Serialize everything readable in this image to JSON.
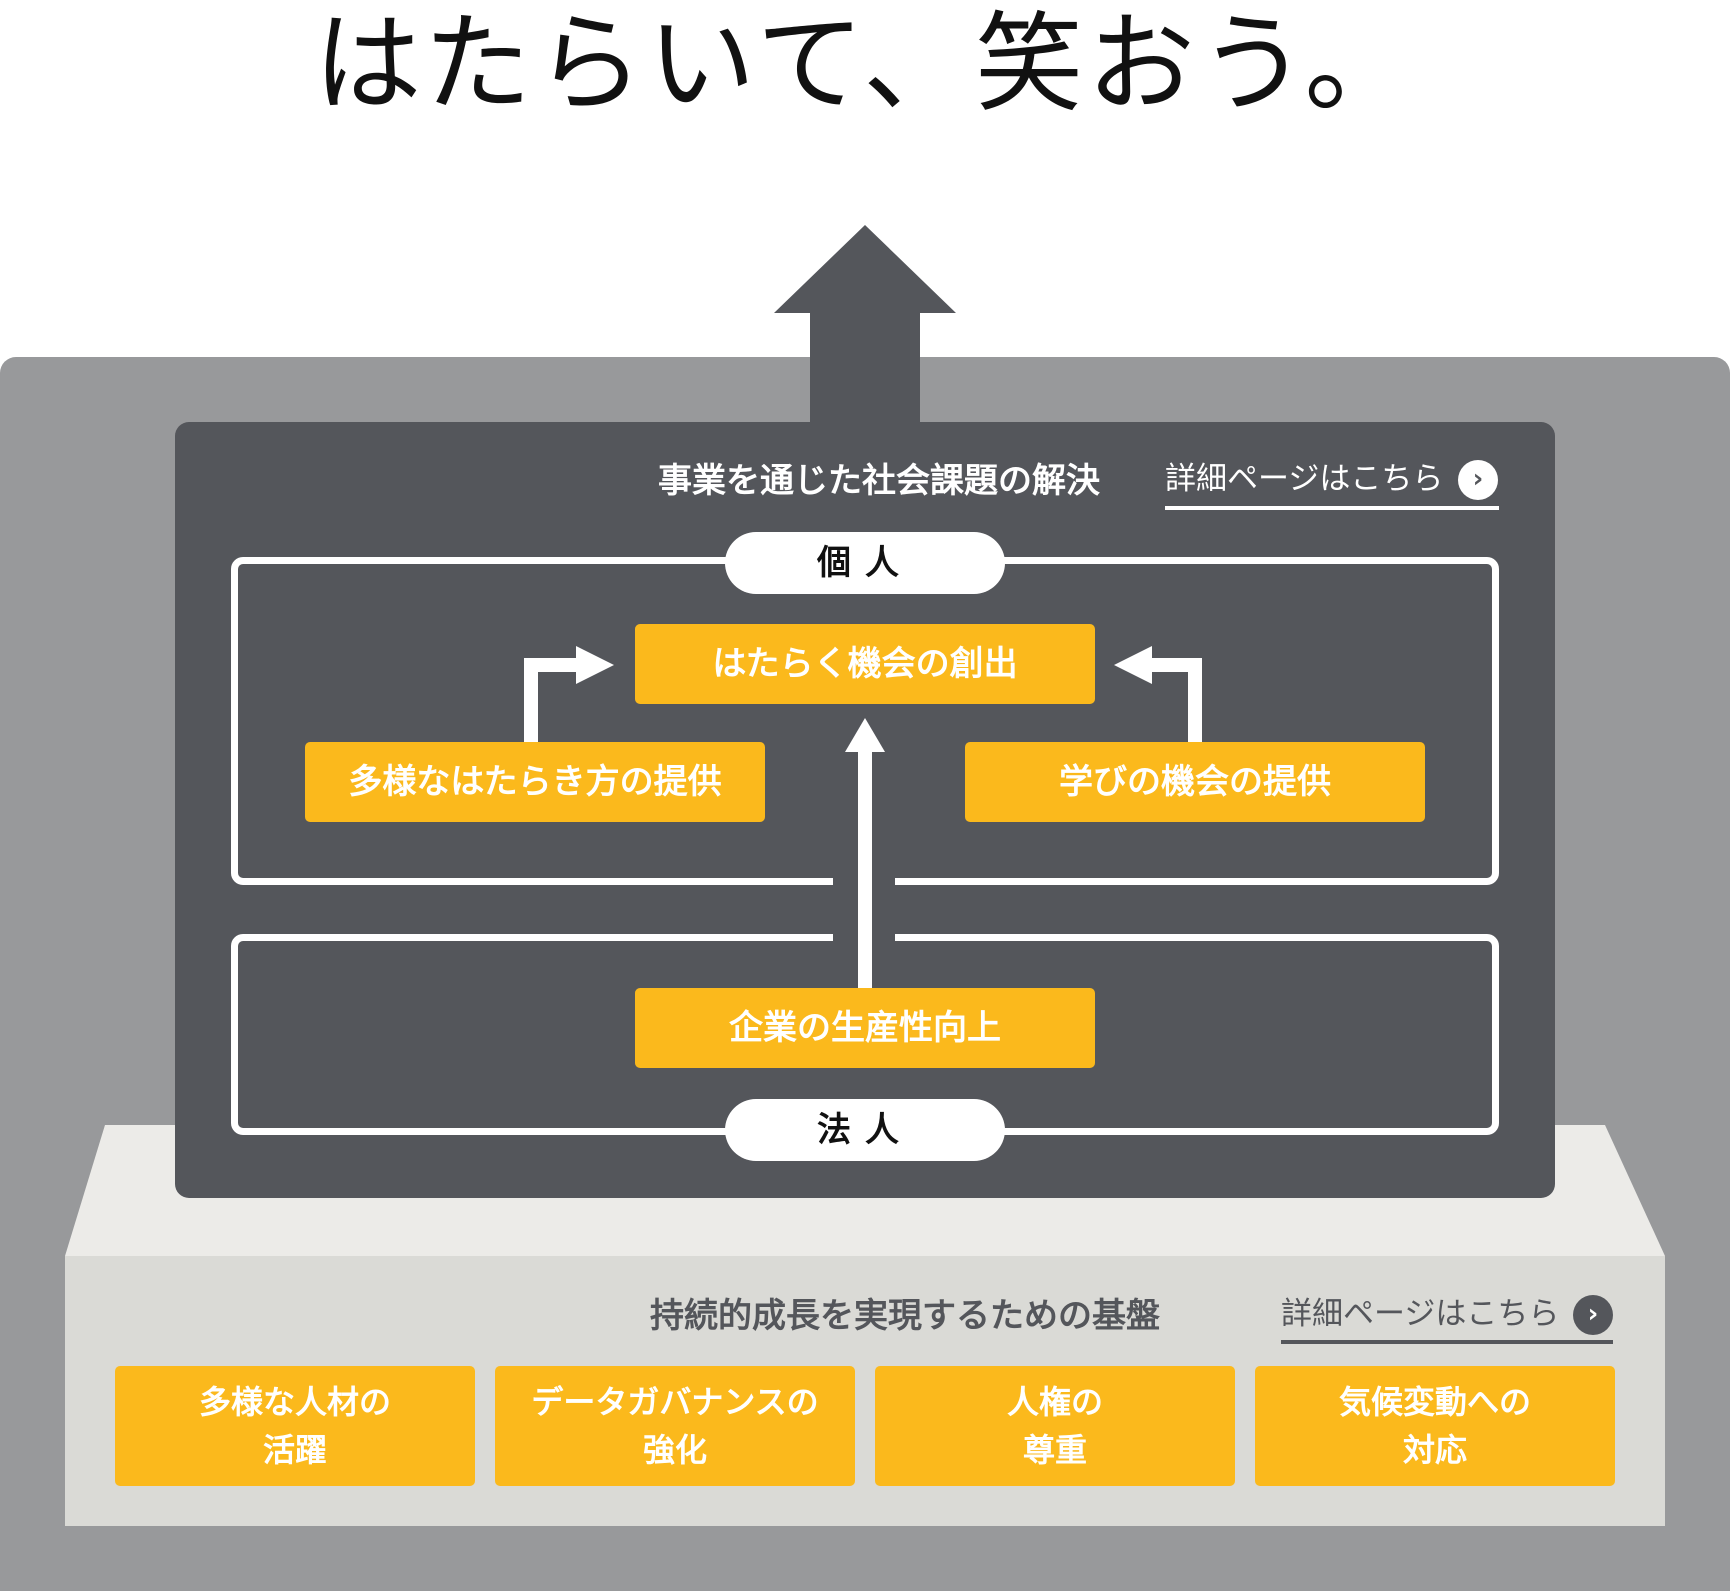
{
  "headline": "はたらいて、笑おう。",
  "colors": {
    "accent": "#fbb91c",
    "dark_panel": "#54565b",
    "outer_frame": "#98999b",
    "base_panel": "#dadad6",
    "arrow": "#54565b"
  },
  "social_section": {
    "title": "事業を通じた社会課題の解決",
    "link_label": "詳細ページはこちら",
    "link_icon": "chevron-right-icon",
    "individual_label": "個人",
    "corporate_label": "法人",
    "center_box": "はたらく機会の創出",
    "left_box": "多様なはたらき方の提供",
    "right_box": "学びの機会の提供",
    "corporate_box": "企業の生産性向上"
  },
  "foundation_section": {
    "title": "持続的成長を実現するための基盤",
    "link_label": "詳細ページはこちら",
    "link_icon": "chevron-right-icon",
    "items": [
      {
        "line1": "多様な人材の",
        "line2": "活躍"
      },
      {
        "line1": "データガバナンスの",
        "line2": "強化"
      },
      {
        "line1": "人権の",
        "line2": "尊重"
      },
      {
        "line1": "気候変動への",
        "line2": "対応"
      }
    ]
  }
}
